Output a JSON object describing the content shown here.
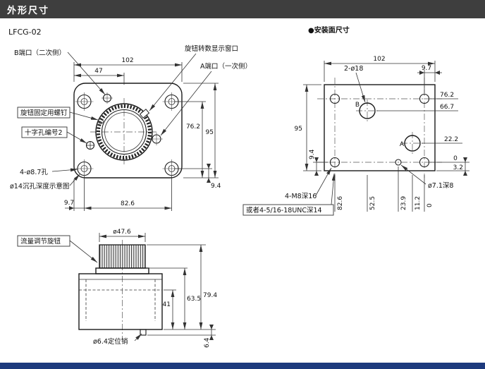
{
  "page": {
    "header_title": "外形尺寸",
    "model": "LFCG-02",
    "mounting_section_title": "●安装面尺寸"
  },
  "front_view": {
    "callouts": {
      "port_b": "B端口（二次侧）",
      "knob_turns_window": "旋钮转数显示窗口",
      "port_a": "A端口（一次侧）",
      "knob_set_screw": "旋钮固定用螺钉",
      "cross_hole_no2": "十字孔编号2",
      "mount_holes": "4-ø8.7孔",
      "counterbore_note": "ø14沉孔深度示意图"
    },
    "dims": {
      "overall_width": "102",
      "center_offset": "47",
      "overall_height": "95",
      "hole_height": "76.2",
      "hole_bottom_offset": "9.4",
      "hole_span": "82.6",
      "hole_side_offset": "9.7"
    }
  },
  "mounting_view": {
    "port_labels": {
      "b": "B",
      "a": "A"
    },
    "callouts": {
      "big_holes": "2-ø18",
      "tap_holes": "4-M8深16",
      "tap_holes_alt": "或者4-5/16-18UNC深14",
      "pin_hole": "ø7.1深8"
    },
    "dims": {
      "overall_width": "102",
      "hole_side_offset": "9.7",
      "overall_height": "95",
      "hole_bottom_offset": "9.4",
      "h_76_2": "76.2",
      "h_66_7": "66.7",
      "h_22_2": "22.2",
      "h_zero": "0",
      "h_3_2": "3.2",
      "x_82_6": "82.6",
      "x_52_5": "52.5",
      "x_23_9": "23.9",
      "x_11_2": "11.2",
      "x_zero": "0"
    }
  },
  "side_view": {
    "callouts": {
      "flow_knob": "流量调节旋钮",
      "locating_pin": "ø6.4定位销"
    },
    "dims": {
      "knob_dia": "ø47.6",
      "h_41": "41",
      "h_63_5": "63.5",
      "h_79_4": "79.4",
      "pin_protrusion": "6.4"
    }
  }
}
